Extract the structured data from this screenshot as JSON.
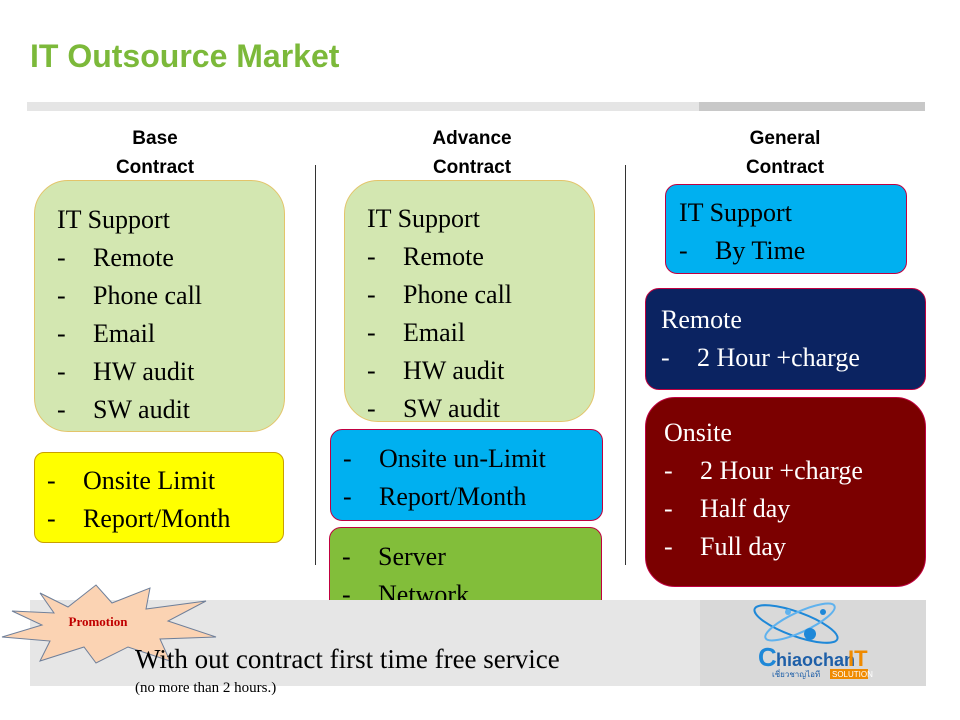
{
  "slide": {
    "title": "IT Outsource Market"
  },
  "columns": [
    {
      "heading_line1": "Base",
      "heading_line2": "Contract",
      "main_box": {
        "heading": "IT Support",
        "items": [
          "Remote",
          "Phone call",
          "Email",
          "HW audit",
          "SW audit"
        ]
      },
      "extra_box": {
        "items": [
          "Onsite Limit",
          "Report/Month"
        ]
      }
    },
    {
      "heading_line1": "Advance",
      "heading_line2": "Contract",
      "main_box": {
        "heading": "IT Support",
        "items": [
          "Remote",
          "Phone call",
          "Email",
          "HW audit",
          "SW audit"
        ]
      },
      "extra_box": {
        "items": [
          "Onsite un-Limit",
          "Report/Month"
        ]
      },
      "extra_box_2": {
        "items": [
          "Server",
          "Network"
        ]
      }
    },
    {
      "heading_line1": "General",
      "heading_line2": "Contract",
      "support_box": {
        "heading": "IT Support",
        "items": [
          "By Time"
        ]
      },
      "remote_box": {
        "heading": "Remote",
        "items": [
          "2 Hour +charge"
        ]
      },
      "onsite_box": {
        "heading": "Onsite",
        "items": [
          "2 Hour +charge",
          "Half day",
          "Full day"
        ]
      }
    }
  ],
  "dash": "-",
  "promotion": {
    "badge": "Promotion",
    "text": "With out contract first time free service",
    "note": "(no more than 2 hours.)"
  },
  "logo": {
    "name_first": "C",
    "name_rest": "hiaochan",
    "name_it": "IT",
    "thai_tagline": "เชี่ยวชาญไอที",
    "solution": "SOLUTION"
  },
  "colors": {
    "title": "#7cb93a",
    "base_green": "#d3e7b1",
    "yellow": "#ffff00",
    "cyan": "#00b0f0",
    "lime": "#82be3a",
    "navy": "#0b2361",
    "dark_red": "#7b0000"
  }
}
